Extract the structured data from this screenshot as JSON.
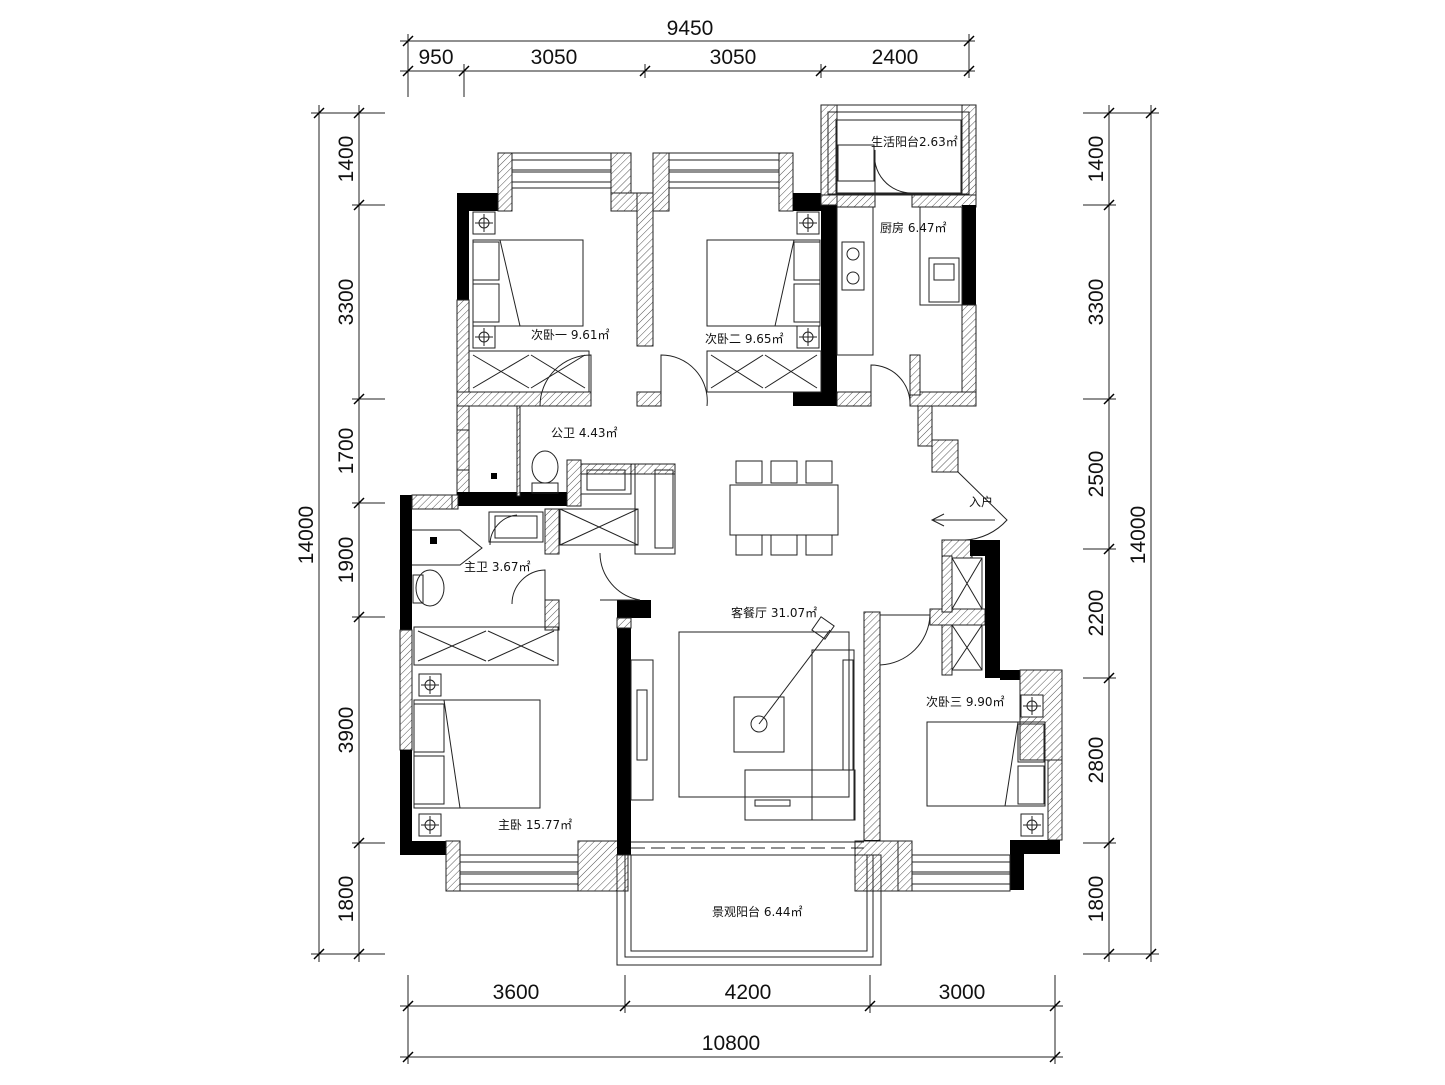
{
  "dimensions": {
    "top_total": "9450",
    "top_segments": [
      "950",
      "3050",
      "3050",
      "2400"
    ],
    "bottom_segments": [
      "3600",
      "4200",
      "3000"
    ],
    "bottom_total": "10800",
    "left_total": "14000",
    "left_segments": [
      "1400",
      "3300",
      "1700",
      "1900",
      "3900",
      "1800"
    ],
    "right_total": "14000",
    "right_segments": [
      "1400",
      "3300",
      "2500",
      "2200",
      "2800",
      "1800"
    ]
  },
  "rooms": {
    "balcony_service": "生活阳台2.63㎡",
    "kitchen": "厨房 6.47㎡",
    "bedroom_1": "次卧一 9.61㎡",
    "bedroom_2": "次卧二 9.65㎡",
    "public_bath": "公卫 4.43㎡",
    "entrance": "入户",
    "master_bath": "主卫 3.67㎡",
    "living_dining": "客餐厅 31.07㎡",
    "bedroom_3": "次卧三 9.90㎡",
    "master_bedroom": "主卧 15.77㎡",
    "balcony_view": "景观阳台 6.44㎡"
  }
}
